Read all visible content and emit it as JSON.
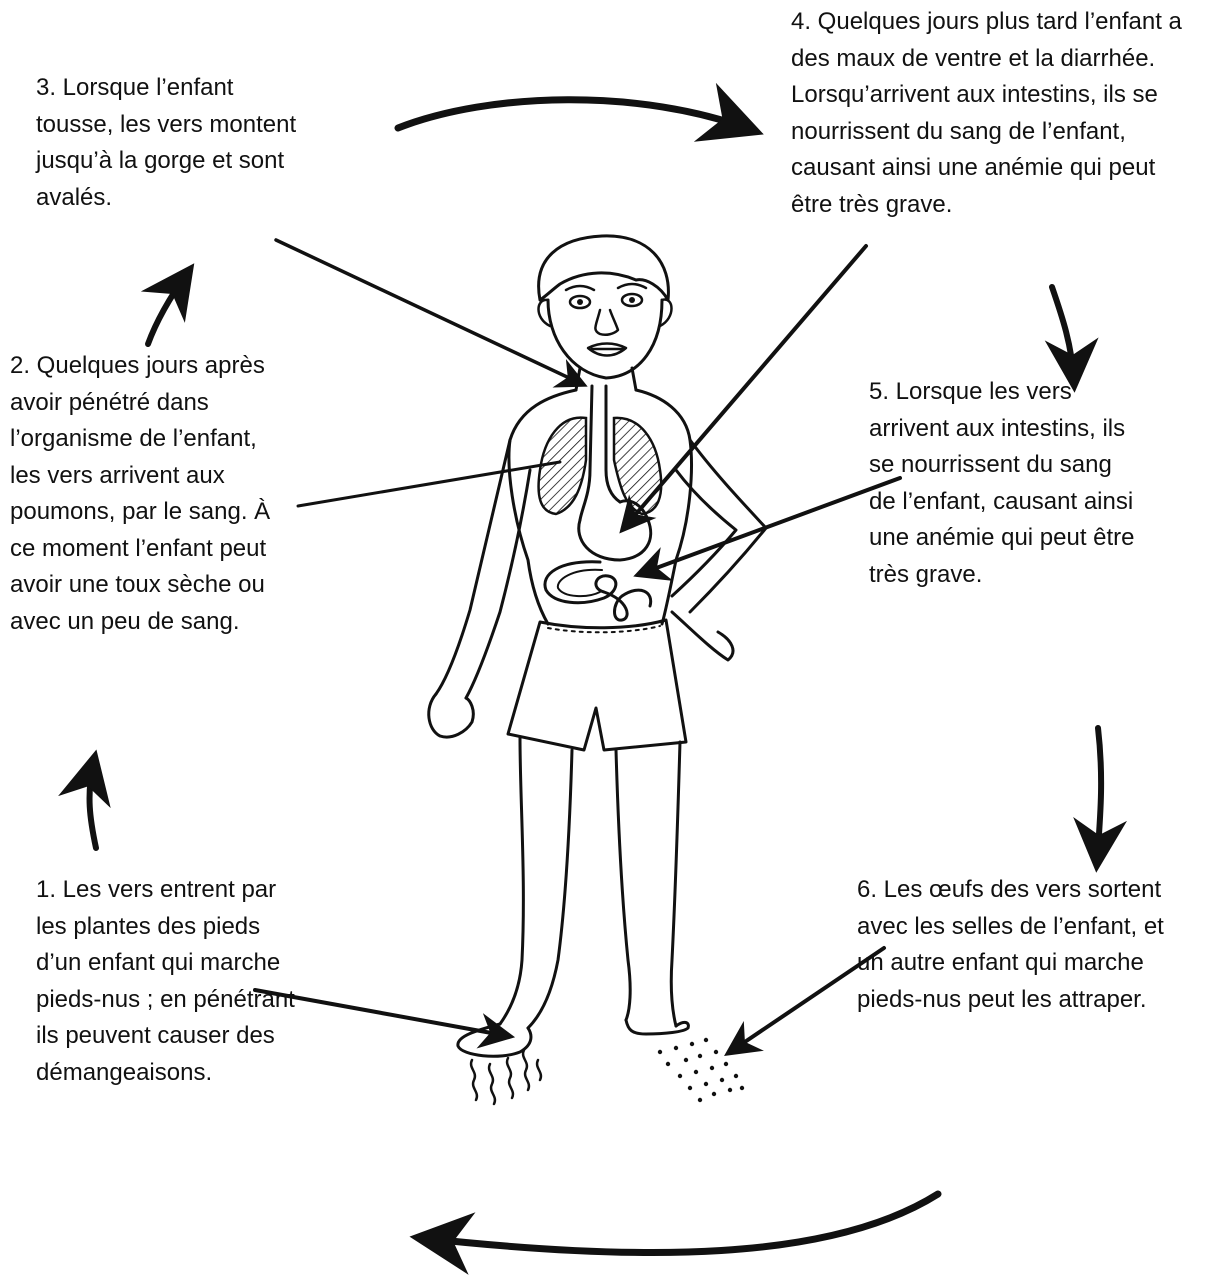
{
  "steps": [
    {
      "number": "1",
      "text": "1. Les vers entrent par\nles plantes des pieds\nd’un enfant qui marche\npieds-nus ; en pénétrant\nils peuvent causer des\ndémangeaisons."
    },
    {
      "number": "2",
      "text": "2. Quelques jours après\navoir pénétré dans\nl’organisme de l’enfant,\nles vers arrivent aux\npoumons, par le sang. À\nce moment l’enfant peut\navoir une toux sèche ou\navec un peu de sang."
    },
    {
      "number": "3",
      "text": "3. Lorsque l’enfant\ntousse, les vers montent\njusqu’à la gorge et sont\navalés."
    },
    {
      "number": "4",
      "text": "4. Quelques jours plus tard l’enfant a\ndes maux de ventre et la diarrhée.\nLorsqu’arrivent aux intestins, ils se\nnourrissent du sang de l’enfant,\ncausant ainsi une anémie qui peut\nêtre très grave."
    },
    {
      "number": "5",
      "text": "5. Lorsque les vers\narrivent aux intestins, ils\nse nourrissent du sang\nde l’enfant, causant ainsi\nune anémie qui peut être\ntrès grave."
    },
    {
      "number": "6",
      "text": "6. Les œufs des vers sortent\navec les selles de l’enfant, et\nun autre enfant qui marche\npieds-nus peut les attraper."
    }
  ],
  "illustration": {
    "subject": "child-figure",
    "organs": [
      "lungs",
      "esophagus",
      "stomach",
      "intestines",
      "feet",
      "worm-eggs"
    ]
  },
  "colors": {
    "ink": "#111111",
    "background": "#ffffff"
  }
}
